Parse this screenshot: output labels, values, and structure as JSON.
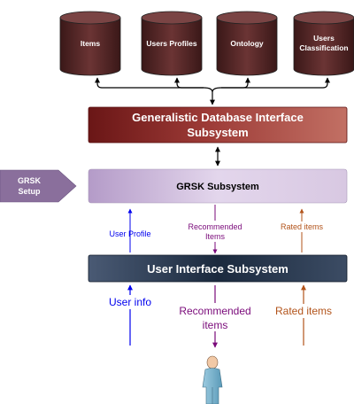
{
  "databases": [
    {
      "label_lines": [
        "Items"
      ]
    },
    {
      "label_lines": [
        "Users Profiles"
      ]
    },
    {
      "label_lines": [
        "Ontology"
      ]
    },
    {
      "label_lines": [
        "Users",
        "Classification"
      ]
    }
  ],
  "gdi": {
    "lines": [
      "Generalistic Database Interface",
      "Subsystem"
    ]
  },
  "setup": {
    "lines": [
      "GRSK",
      "Setup"
    ]
  },
  "grsk": {
    "label": "GRSK Subsystem"
  },
  "ui": {
    "label": "User Interface Subsystem"
  },
  "flows_top": {
    "user_profile": "User Profile",
    "recommended_lines": [
      "Recommended",
      "Items"
    ],
    "rated_items": "Rated items"
  },
  "flows_bottom": {
    "user_info": "User info",
    "recommended_lines": [
      "Recommended",
      "items"
    ],
    "rated_items": "Rated items"
  },
  "colors": {
    "database": "#5a2a2a",
    "gdi": "#8c2a28",
    "grsk": "#c8b4d6",
    "setup": "#8a6f9c",
    "ui": "#1f2f45",
    "blue": "#0000ee",
    "purple": "#7a0a7a",
    "orange": "#b2531a"
  }
}
